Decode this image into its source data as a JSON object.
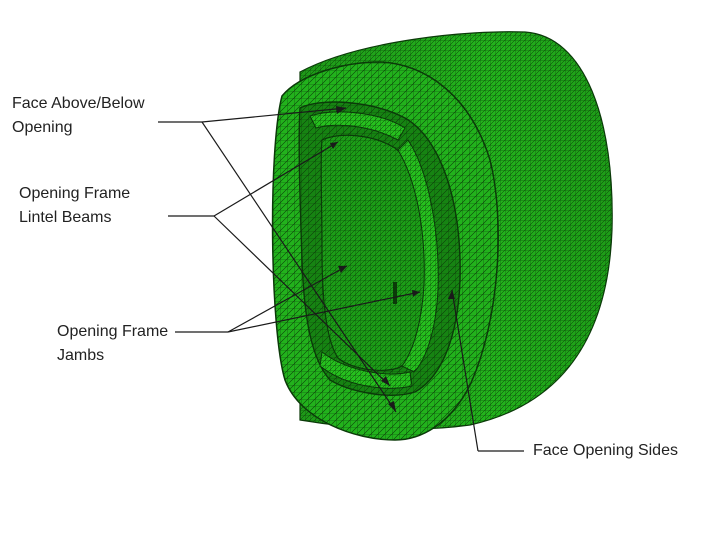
{
  "colors": {
    "mesh_fill": "#22b21c",
    "mesh_shadow": "#168412",
    "mesh_line": "#0b3a09",
    "leader_line": "#1a1a1a",
    "text": "#222222"
  },
  "labels": {
    "face_above_below": {
      "line1": "Face Above/Below",
      "line2": "Opening"
    },
    "lintel_beams": {
      "line1": "Opening Frame",
      "line2": "Lintel Beams"
    },
    "jambs": {
      "line1": "Opening Frame",
      "line2": "Jambs"
    },
    "face_opening_sides": {
      "line1": "Face Opening Sides"
    }
  }
}
